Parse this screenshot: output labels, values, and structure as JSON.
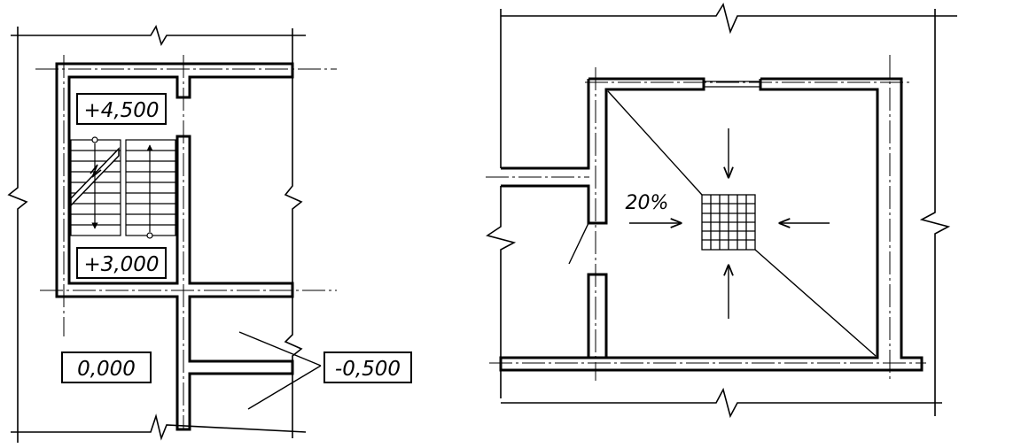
{
  "left_plan": {
    "levels": {
      "upper": "+4,500",
      "lower": "+3,000",
      "ground": "0,000",
      "pit": "-0,500"
    }
  },
  "right_plan": {
    "slope": "20%"
  },
  "colors": {
    "line": "#000000",
    "background": "#ffffff"
  }
}
